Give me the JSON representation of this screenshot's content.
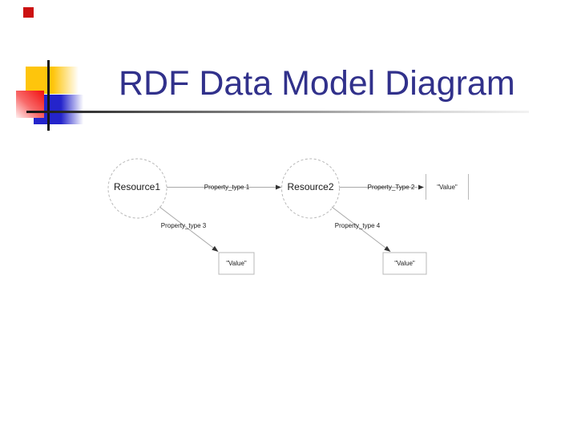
{
  "slide": {
    "title": "RDF Data Model Diagram",
    "title_color": "#31318b",
    "background": "#ffffff"
  },
  "decorations": {
    "corner_marker_color": "#cc1111",
    "logo_colors": {
      "yellow_square": "#fec50c",
      "red_square": "#f21717",
      "blue_square": "#2424cb",
      "cross_lines": "#161616"
    },
    "title_rule_gradient": [
      "#141414",
      "#f2f2f2"
    ]
  },
  "diagram": {
    "stroke_color": "#b8b8b8",
    "arrow_line_color": "#a8a8a8",
    "arrowhead_color": "#333333",
    "nodes": [
      {
        "id": "resource1",
        "label": "Resource1",
        "shape": "dashed-ellipse"
      },
      {
        "id": "resource2",
        "label": "Resource2",
        "shape": "dashed-ellipse"
      }
    ],
    "edges": [
      {
        "label": "Property_type 1",
        "from": "resource1",
        "to": "resource2"
      },
      {
        "label": "Property_Type 2",
        "from": "resource2",
        "to": "value-top-right"
      },
      {
        "label": "Property_type 3",
        "from": "resource1",
        "to": "value-bottom-left"
      },
      {
        "label": "Property_type 4",
        "from": "resource2",
        "to": "value-bottom-right"
      }
    ],
    "literals": [
      {
        "id": "value-top-right",
        "label": "\"Value\""
      },
      {
        "id": "value-bottom-left",
        "label": "\"Value\""
      },
      {
        "id": "value-bottom-right",
        "label": "\"Value\""
      }
    ]
  }
}
